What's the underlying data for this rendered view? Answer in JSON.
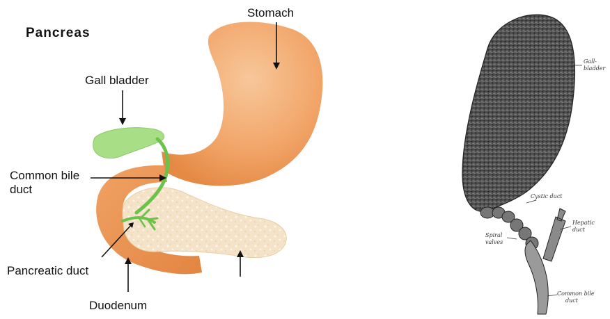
{
  "left_figure": {
    "title": "Pancreas",
    "labels": {
      "stomach": "Stomach",
      "gall_bladder": "Gall bladder",
      "common_bile_duct_line1": "Common bile",
      "common_bile_duct_line2": "duct",
      "pancreatic_duct": "Pancreatic duct",
      "duodenum": "Duodenum"
    }
  },
  "right_figure": {
    "labels": {
      "gall_bladder_line1": "Gall-",
      "gall_bladder_line2": "bladder",
      "cystic_duct": "Cystic duct",
      "spiral_valves_line1": "Spiral",
      "spiral_valves_line2": "valves",
      "hepatic_duct_line1": "Hepatic",
      "hepatic_duct_line2": "duct",
      "common_bile_duct_line1": "Common bile",
      "common_bile_duct_line2": "duct"
    }
  },
  "colors": {
    "stomach": "#f2a66a",
    "gall_bladder": "#a8de86",
    "duct": "#6cc24a",
    "pancreas": "#f4e3c8",
    "engraving": "#4a4a4a"
  }
}
